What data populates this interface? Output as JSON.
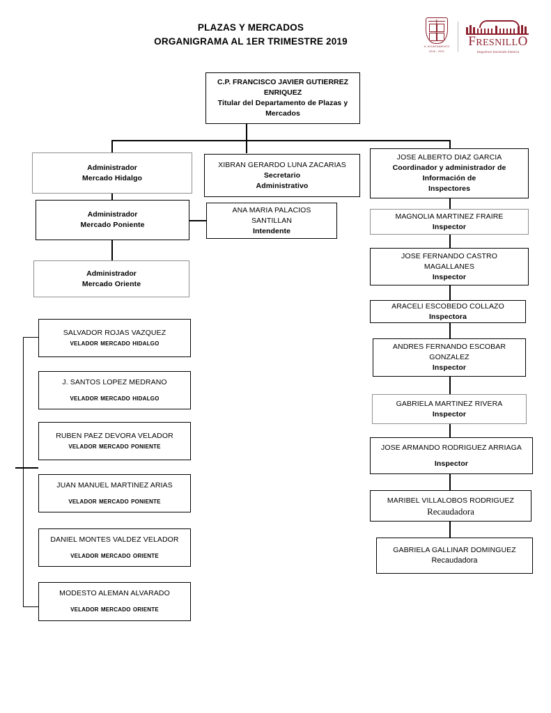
{
  "header": {
    "title_line1": "PLAZAS Y MERCADOS",
    "title_line2": "ORGANIGRAMA AL 1ER TRIMESTRE 2019",
    "brand_color": "#8c1f2b",
    "shield_caption_line1": "H. AYUNTAMIENTO",
    "shield_caption_line2": "2018 - 2021",
    "fresnillo_word_a": "F",
    "fresnillo_word_b": "RESNILL",
    "fresnillo_word_c": "O",
    "fresnillo_tagline": "Seguimos haciendo historia"
  },
  "chart_data": {
    "type": "diagram",
    "title": "ORGANIGRAMA AL 1ER TRIMESTRE 2019",
    "root": {
      "name": "C.P. FRANCISCO JAVIER GUTIERREZ",
      "name2": "ENRIQUEZ",
      "role": "Titular del Departamento de Plazas y",
      "role2": "Mercados"
    },
    "administradores": [
      {
        "name": "Administrador",
        "role": "Mercado Hidalgo"
      },
      {
        "name": "Administrador",
        "role": "Mercado Poniente"
      },
      {
        "name": "Administrador",
        "role": "Mercado Oriente"
      }
    ],
    "centro": [
      {
        "name": "XIBRAN GERARDO LUNA ZACARIAS",
        "role": "Secretario",
        "role2": "Administrativo"
      },
      {
        "name": "ANA MARIA PALACIOS",
        "name2": "SANTILLAN",
        "role": "Intendente"
      }
    ],
    "coordinacion": {
      "name": "JOSE ALBERTO DIAZ GARCIA",
      "role": "Coordinador y administrador de",
      "role2": "Información de",
      "role3": "Inspectores"
    },
    "inspectores": [
      {
        "name": "MAGNOLIA MARTINEZ FRAIRE",
        "role": "Inspector"
      },
      {
        "name": "JOSE FERNANDO CASTRO",
        "name2": "MAGALLANES",
        "role": "Inspector"
      },
      {
        "name": "ARACELI ESCOBEDO COLLAZO",
        "role": "Inspectora"
      },
      {
        "name": "ANDRES FERNANDO ESCOBAR",
        "name2": "GONZALEZ",
        "role": "Inspector"
      },
      {
        "name": "GABRIELA MARTINEZ RIVERA",
        "role": "Inspector"
      },
      {
        "name": "JOSE ARMANDO RODRIGUEZ ARRIAGA",
        "role": "Inspector"
      },
      {
        "name": "MARIBEL VILLALOBOS RODRIGUEZ",
        "role": "Recaudadora"
      },
      {
        "name": "GABRIELA GALLINAR DOMINGUEZ",
        "role": "Recaudadora"
      }
    ],
    "veladores": [
      {
        "name": "SALVADOR ROJAS VAZQUEZ",
        "role": "VELADOR MERCADO HIDALGO"
      },
      {
        "name": "J. SANTOS LOPEZ MEDRANO",
        "role": "VELADOR MERCADO HIDALGO"
      },
      {
        "name": "RUBEN PAEZ DEVORA VELADOR",
        "role": "VELADOR MERCADO PONIENTE"
      },
      {
        "name": "JUAN MANUEL MARTINEZ ARIAS",
        "role": "VELADOR MERCADO PONIENTE"
      },
      {
        "name": "DANIEL MONTES VALDEZ VELADOR",
        "role": "VELADOR MERCADO ORIENTE"
      },
      {
        "name": "MODESTO ALEMAN ALVARADO",
        "role": "VELADOR MERCADO ORIENTE"
      }
    ]
  }
}
